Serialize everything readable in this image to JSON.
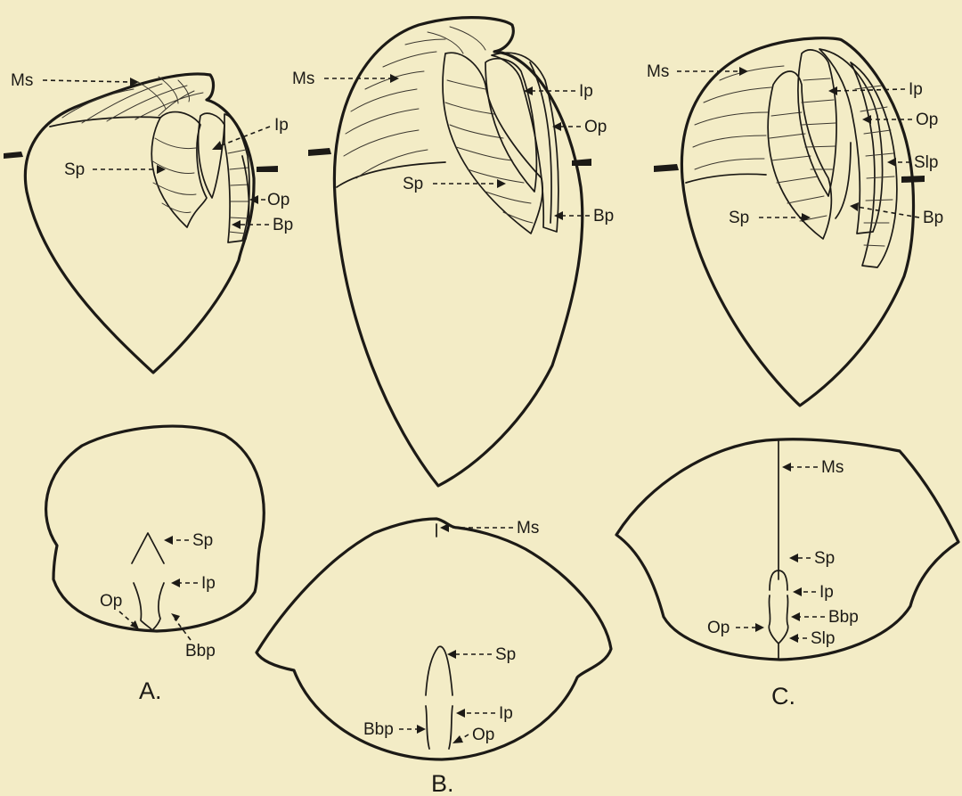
{
  "colors": {
    "paper": "#f3ecc6",
    "ink": "#1c1a16"
  },
  "figures": {
    "A": {
      "caption": "A.",
      "side_labels": {
        "ms": "Ms",
        "sp": "Sp",
        "ip": "Ip",
        "op": "Op",
        "bp": "Bp"
      },
      "section_labels": {
        "sp": "Sp",
        "ip": "Ip",
        "op": "Op",
        "bbp": "Bbp"
      }
    },
    "B": {
      "caption": "B.",
      "side_labels": {
        "ms": "Ms",
        "ip": "Ip",
        "op": "Op",
        "sp": "Sp",
        "bp": "Bp"
      },
      "section_labels": {
        "ms": "Ms",
        "sp": "Sp",
        "ip": "Ip",
        "bbp": "Bbp",
        "op": "Op"
      }
    },
    "C": {
      "caption": "C.",
      "side_labels": {
        "ms": "Ms",
        "ip": "Ip",
        "op": "Op",
        "slp": "Slp",
        "sp": "Sp",
        "bp": "Bp"
      },
      "section_labels": {
        "ms": "Ms",
        "sp": "Sp",
        "ip": "Ip",
        "bbp": "Bbp",
        "op": "Op",
        "slp": "Slp"
      }
    }
  }
}
